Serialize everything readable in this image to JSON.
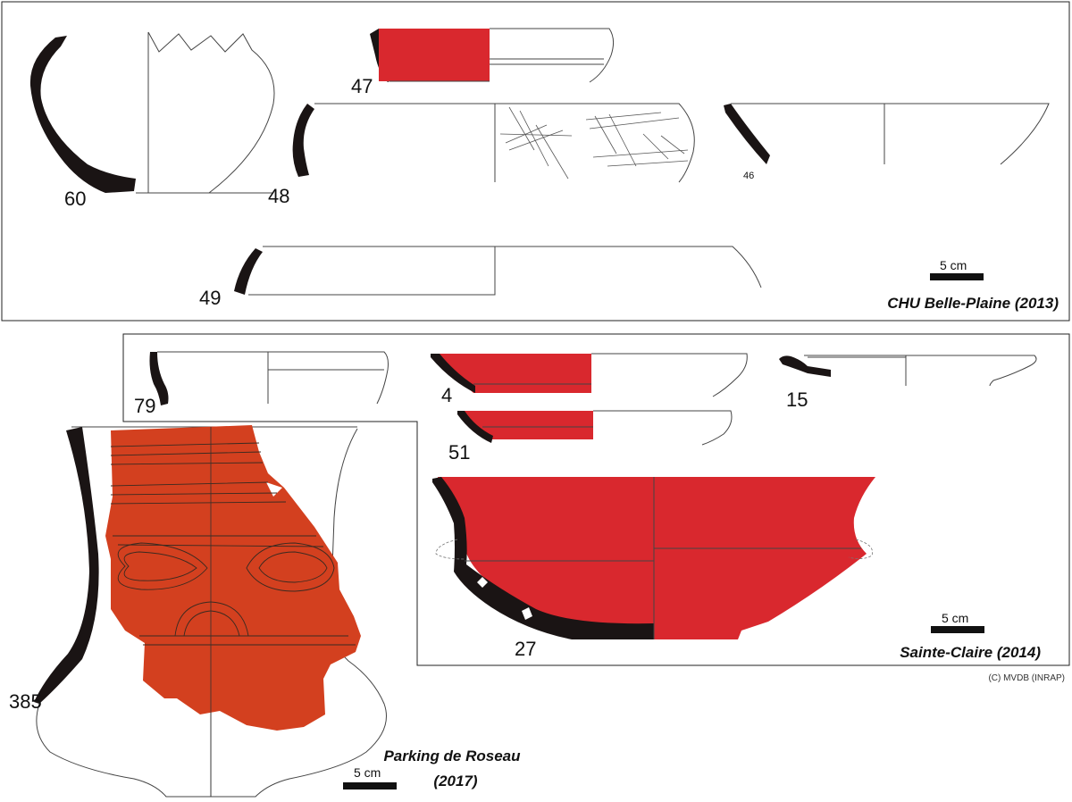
{
  "panels": {
    "belle_plaine": {
      "site_label": "CHU Belle-Plaine (2013)",
      "scale_label": "5 cm"
    },
    "sainte_claire": {
      "site_label": "Sainte-Claire (2014)",
      "scale_label": "5 cm"
    },
    "roseau": {
      "site_label_line1": "Parking de Roseau",
      "site_label_line2": "(2017)",
      "scale_label": "5 cm"
    }
  },
  "vessels": {
    "v60": "60",
    "v47": "47",
    "v48": "48",
    "v46": "46",
    "v49": "49",
    "v79": "79",
    "v4": "4",
    "v15": "15",
    "v51": "51",
    "v27": "27",
    "v385": "385"
  },
  "credit": "(C) MVDB (INRAP)",
  "colors": {
    "red_slip": "#d9282e",
    "orange_slip": "#d3401f",
    "section": "#1a1414"
  }
}
